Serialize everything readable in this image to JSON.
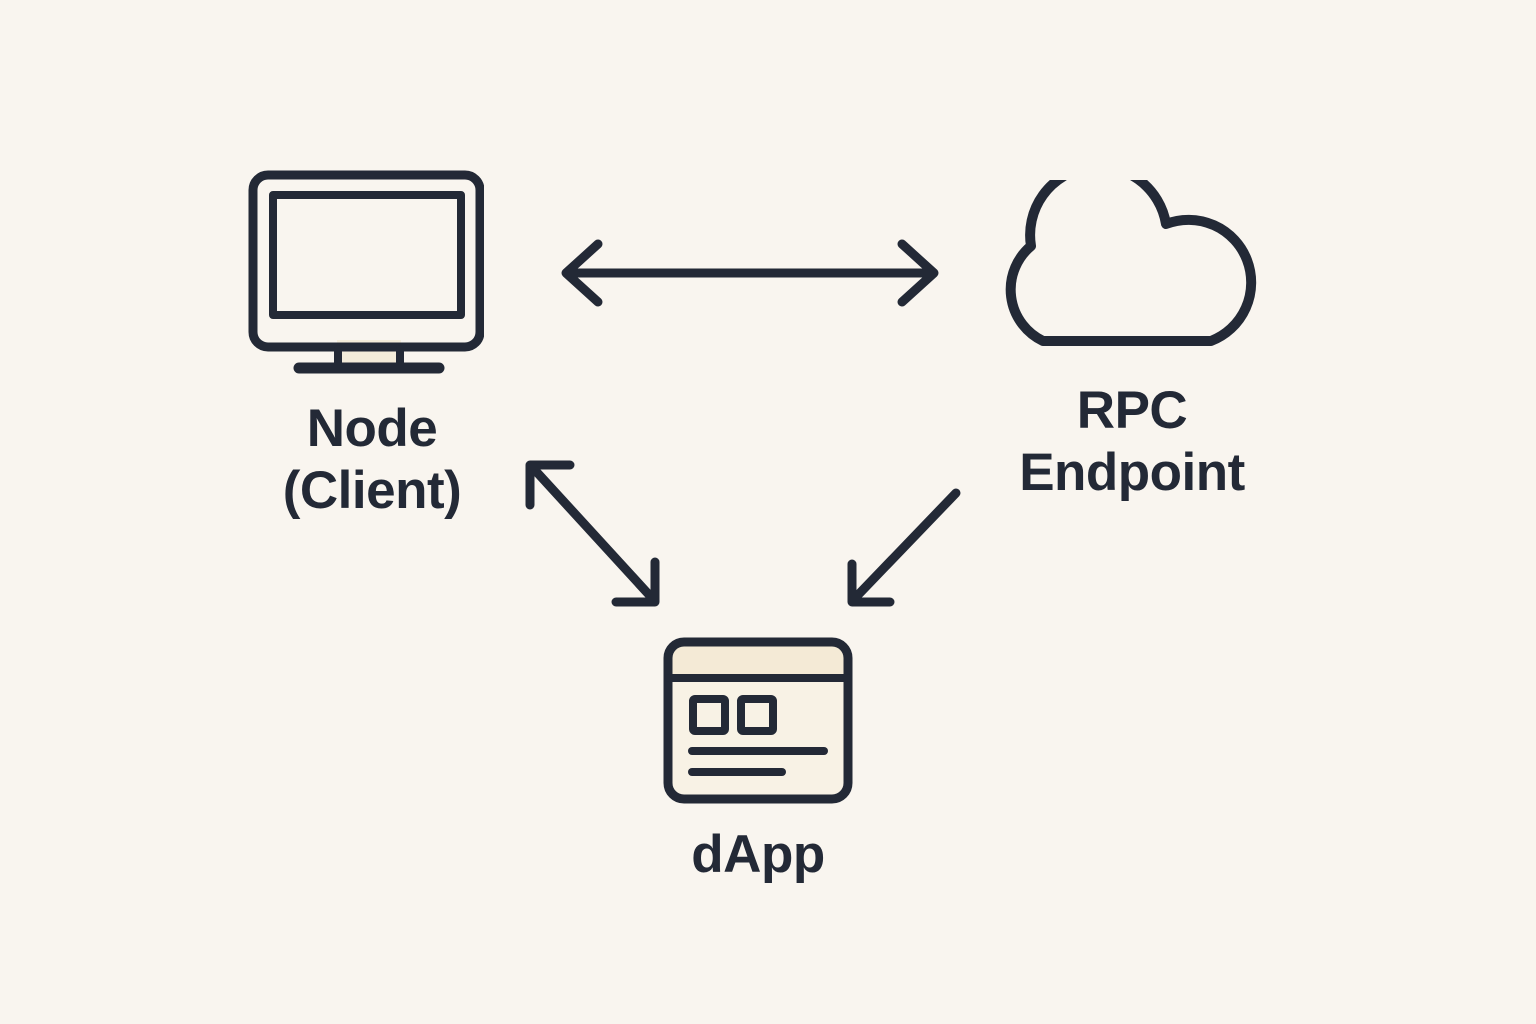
{
  "diagram": {
    "type": "architecture-diagram",
    "background_color": "#f9f5ef",
    "line_color": "#232936",
    "text_color": "#232936",
    "nodes": [
      {
        "id": "node-client",
        "icon": "monitor-icon",
        "label_lines": [
          "Node",
          "(Client)"
        ],
        "icon_fill": "#f4ecda",
        "screen_fill": "#a6b0b6"
      },
      {
        "id": "rpc-endpoint",
        "icon": "cloud-icon",
        "label_lines": [
          "RPC",
          "Endpoint"
        ],
        "icon_fill": "#f8f4ed"
      },
      {
        "id": "dapp",
        "icon": "browser-window-icon",
        "label_lines": [
          "dApp"
        ],
        "icon_fill": "#f8f2e5",
        "header_fill": "#f4ead6"
      }
    ],
    "edges": [
      {
        "from": "node-client",
        "to": "rpc-endpoint",
        "direction": "bidirectional"
      },
      {
        "from": "dapp",
        "to": "node-client",
        "direction": "bidirectional"
      },
      {
        "from": "rpc-endpoint",
        "to": "dapp",
        "direction": "one-way"
      }
    ]
  }
}
